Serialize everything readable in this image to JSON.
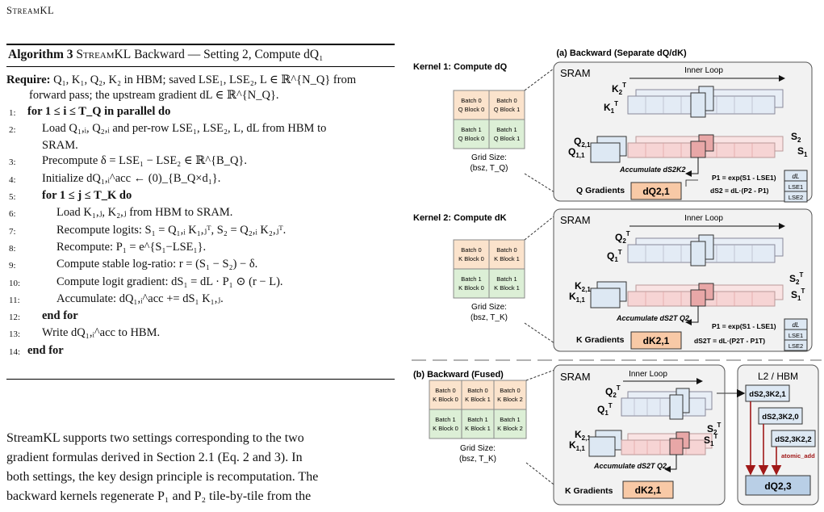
{
  "running_head": "StreamKL",
  "algorithm": {
    "label": "Algorithm 3",
    "title_name": "StreamKL",
    "title_rest": "Backward — Setting 2, Compute dQ₁",
    "require_label": "Require:",
    "require_text_1": "Q₁, K₁, Q₂, K₂ in HBM; saved LSE₁, LSE₂, L ∈ ℝ^{N_Q} from",
    "require_text_2": "forward pass; the upstream gradient dL ∈ ℝ^{N_Q}.",
    "lines": [
      {
        "n": "1:",
        "indent": 0,
        "text": "for 1 ≤ i ≤ T_Q in parallel do"
      },
      {
        "n": "2:",
        "indent": 1,
        "text": "Load Q₁,ᵢ, Q₂,ᵢ and per-row LSE₁, LSE₂, L, dL from HBM to"
      },
      {
        "n": "",
        "indent": 1,
        "text": "SRAM."
      },
      {
        "n": "3:",
        "indent": 1,
        "text": "Precompute δ = LSE₁ − LSE₂ ∈ ℝ^{B_Q}."
      },
      {
        "n": "4:",
        "indent": 1,
        "text": "Initialize dQ₁,ᵢ^acc ← (0)_{B_Q×d₁}."
      },
      {
        "n": "5:",
        "indent": 1,
        "text": "for 1 ≤ j ≤ T_K do"
      },
      {
        "n": "6:",
        "indent": 2,
        "text": "Load K₁,ⱼ, K₂,ⱼ from HBM to SRAM."
      },
      {
        "n": "7:",
        "indent": 2,
        "text": "Recompute logits: S₁ = Q₁,ᵢ K₁,ⱼᵀ, S₂ = Q₂,ᵢ K₂,ⱼᵀ."
      },
      {
        "n": "8:",
        "indent": 2,
        "text": "Recompute: P₁ = e^{S₁−LSE₁}."
      },
      {
        "n": "9:",
        "indent": 2,
        "text": "Compute stable log-ratio: r = (S₁ − S₂) − δ."
      },
      {
        "n": "10:",
        "indent": 2,
        "text": "Compute logit gradient: dS₁ = dL · P₁ ⊙ (r − L)."
      },
      {
        "n": "11:",
        "indent": 2,
        "text": "Accumulate: dQ₁,ᵢ^acc += dS₁ K₁,ⱼ."
      },
      {
        "n": "12:",
        "indent": 1,
        "text": "end for"
      },
      {
        "n": "13:",
        "indent": 1,
        "text": "Write dQ₁,ᵢ^acc to HBM."
      },
      {
        "n": "14:",
        "indent": 0,
        "text": "end for"
      }
    ]
  },
  "paragraph": {
    "line_1": "StreamKL supports two settings corresponding to the two",
    "line_2": "gradient formulas derived in Section 2.1 (Eq. 2 and 3). In",
    "line_3": "both settings, the key design principle is recomputation. The",
    "line_4": "backward kernels regenerate P₁ and P₂ tile-by-tile from the"
  },
  "figure": {
    "title_a": "(a) Backward (Separate dQ/dK)",
    "kernel1": "Kernel 1: Compute dQ",
    "kernel2": "Kernel 2: Compute dK",
    "title_b": "(b) Backward (Fused)",
    "sram": "SRAM",
    "inner_loop": "Inner Loop",
    "l2_hbm": "L2 / HBM",
    "grid_size": "Grid Size:",
    "grid_q": "(bsz, T_Q)",
    "grid_k": "(bsz, T_K)",
    "batch0": "Batch 0",
    "batch1": "Batch 1",
    "qblock0": "Q Block 0",
    "qblock1": "Q Block 1",
    "kblock0": "K Block 0",
    "kblock1": "K Block 1",
    "kblock2": "K Block 2",
    "q_gradients": "Q Gradients",
    "k_gradients": "K Gradients",
    "dQ21": "dQ2,1",
    "dK21": "dK2,1",
    "accum_dS2K2": "Accumulate dS2K2",
    "accum_dS2TQ2": "Accumulate dS2T Q2",
    "p1_eq": "P1 = exp(S1 - LSE1)",
    "ds2_eq": "dS2 = dL·(P2 - P1)",
    "ds2t_eq": "dS2T = dL·(P2T - P1T)",
    "dL": "dL",
    "lse1": "LSE1",
    "lse2": "LSE2",
    "hbm_dS23K21": "dS2,3K2,1",
    "hbm_dS23K20": "dS2,3K2,0",
    "hbm_dS23K22": "dS2,3K2,2",
    "atomic_add": "atomic_add",
    "hbm_dQ23": "dQ2,3",
    "colors": {
      "orange": "#fbe3cc",
      "green": "#dcefd6",
      "blue": "#dde8f3",
      "pink": "#f6d4d4",
      "red": "#e8a7a7",
      "dred": "#a01818",
      "panel": "#f2f2f2"
    }
  }
}
